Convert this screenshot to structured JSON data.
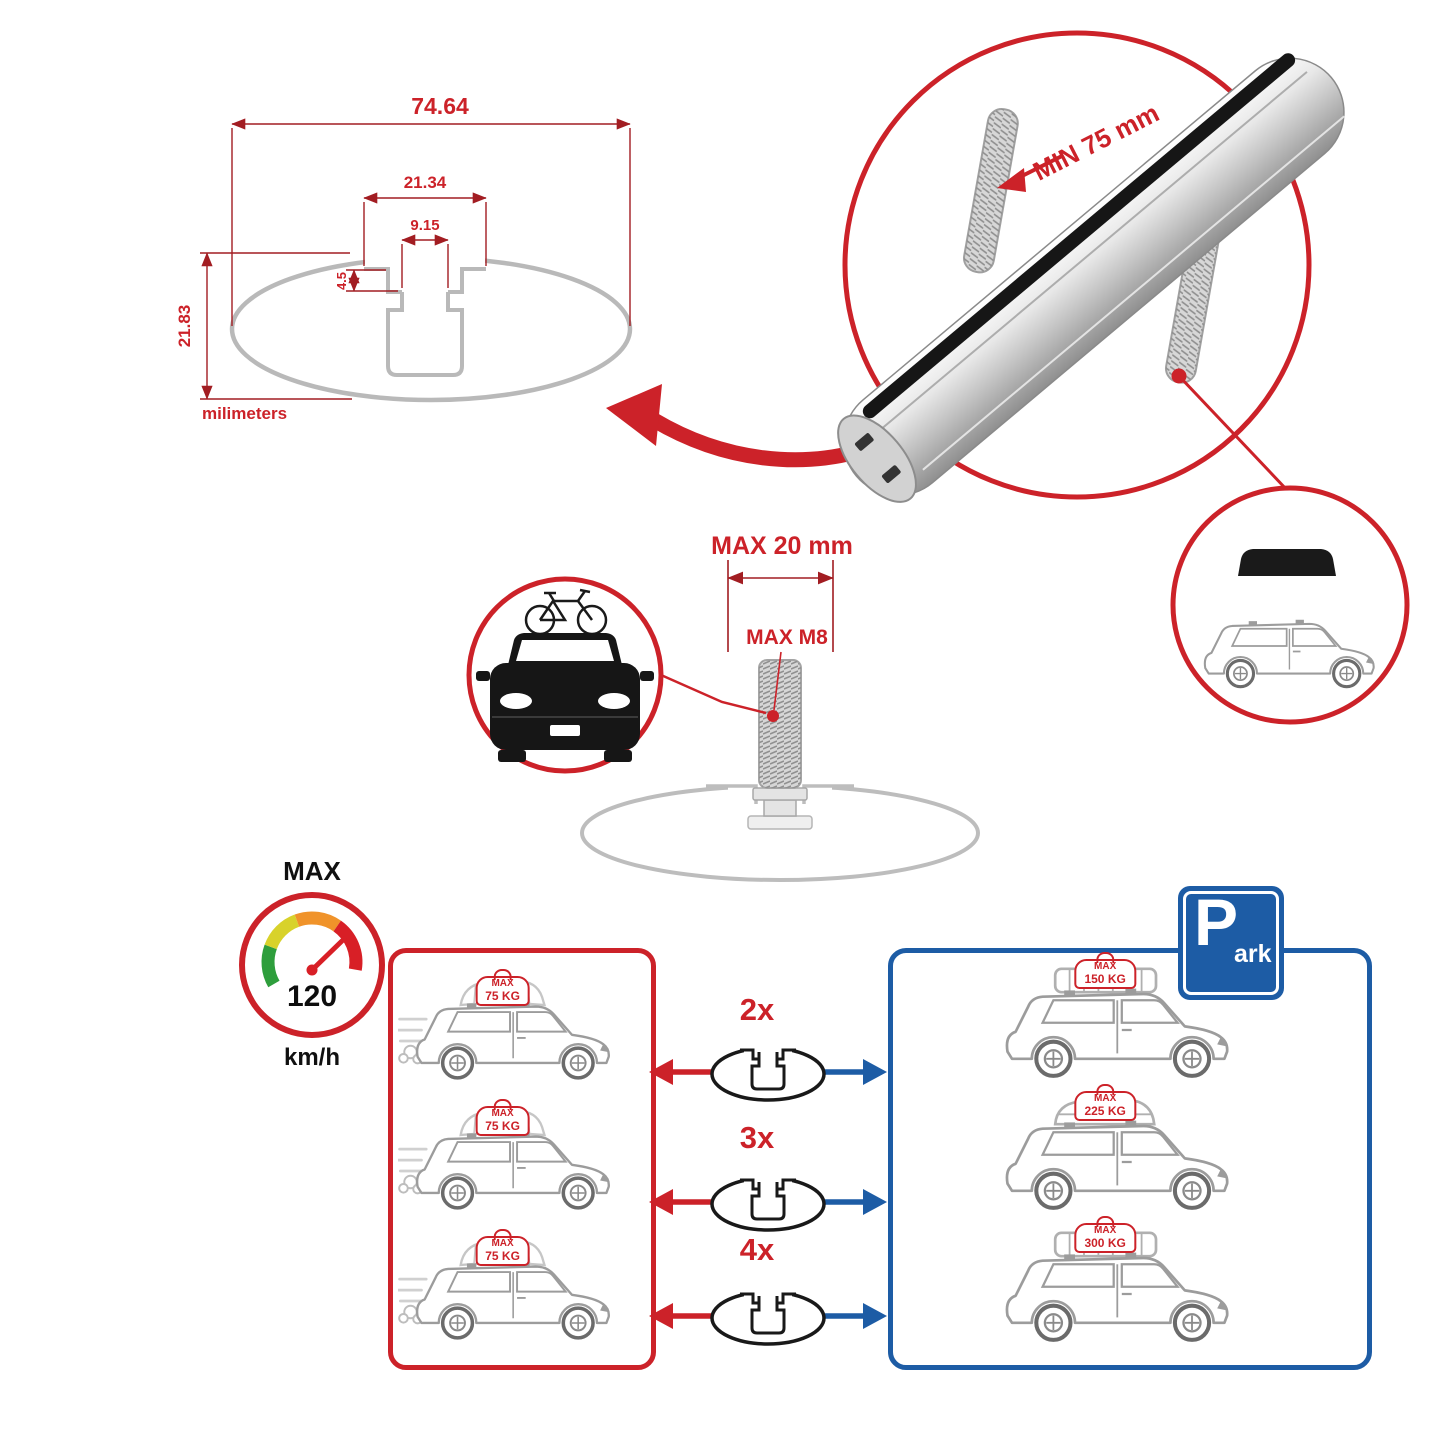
{
  "cross_section": {
    "width": "74.64",
    "slot_outer": "21.34",
    "slot_opening": "9.15",
    "lip_depth": "4.5",
    "height": "21.83",
    "units": "milimeters"
  },
  "bar": {
    "min_clamp": "MIN 75 mm"
  },
  "bolt": {
    "max_width": "MAX 20 mm",
    "max_thread": "MAX M8"
  },
  "speed": {
    "label": "MAX",
    "value": "120",
    "unit": "km/h"
  },
  "park": {
    "letter": "P",
    "rest": "ark"
  },
  "left_cars": [
    {
      "max": "MAX",
      "kg": "75 KG"
    },
    {
      "max": "MAX",
      "kg": "75 KG"
    },
    {
      "max": "MAX",
      "kg": "75 KG"
    }
  ],
  "right_cars": [
    {
      "max": "MAX",
      "kg": "150 KG"
    },
    {
      "max": "MAX",
      "kg": "225 KG"
    },
    {
      "max": "MAX",
      "kg": "300 KG"
    }
  ],
  "multipliers": [
    {
      "label": "2x"
    },
    {
      "label": "3x"
    },
    {
      "label": "4x"
    }
  ],
  "colors": {
    "red": "#cc2229",
    "dim_line": "#a21d22",
    "blue": "#1d5ca5",
    "bar_black": "#161616",
    "outline_gray": "#b9b9b9"
  }
}
